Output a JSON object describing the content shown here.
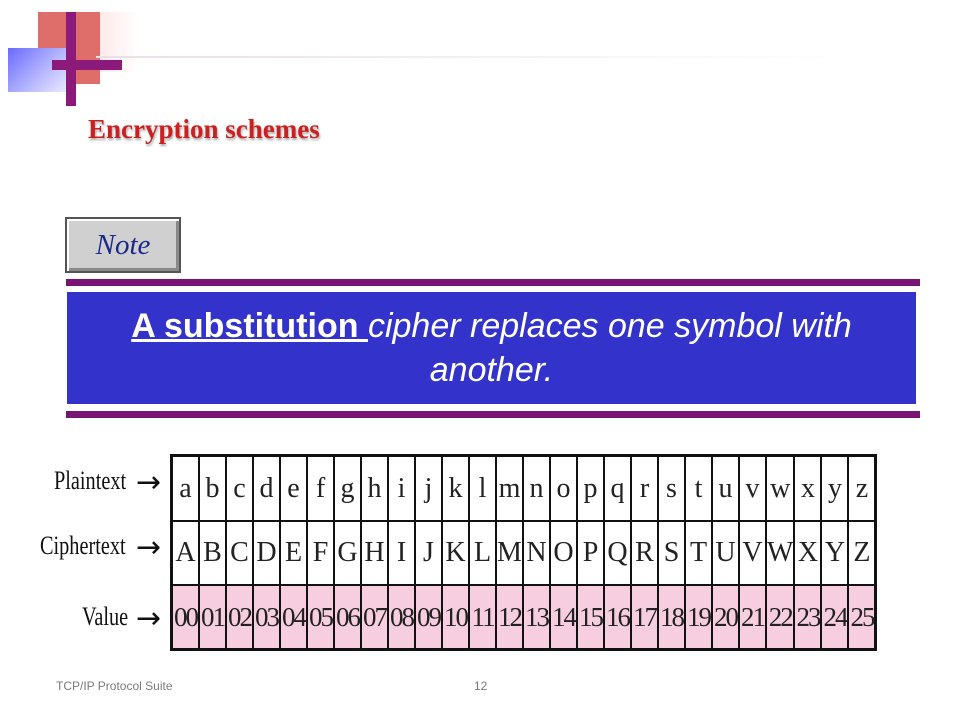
{
  "slide": {
    "title": "Encryption schemes",
    "note_label": "Note",
    "statement_lead": "A substitution ",
    "statement_rest": "cipher replaces one symbol with another."
  },
  "table": {
    "row_labels": [
      "Plaintext",
      "Ciphertext",
      "Value"
    ],
    "plaintext": [
      "a",
      "b",
      "c",
      "d",
      "e",
      "f",
      "g",
      "h",
      "i",
      "j",
      "k",
      "l",
      "m",
      "n",
      "o",
      "p",
      "q",
      "r",
      "s",
      "t",
      "u",
      "v",
      "w",
      "x",
      "y",
      "z"
    ],
    "ciphertext": [
      "A",
      "B",
      "C",
      "D",
      "E",
      "F",
      "G",
      "H",
      "I",
      "J",
      "K",
      "L",
      "M",
      "N",
      "O",
      "P",
      "Q",
      "R",
      "S",
      "T",
      "U",
      "V",
      "W",
      "X",
      "Y",
      "Z"
    ],
    "value": [
      "00",
      "01",
      "02",
      "03",
      "04",
      "05",
      "06",
      "07",
      "08",
      "09",
      "10",
      "11",
      "12",
      "13",
      "14",
      "15",
      "16",
      "17",
      "18",
      "19",
      "20",
      "21",
      "22",
      "23",
      "24",
      "25"
    ]
  },
  "footer": {
    "suite": "TCP/IP Protocol Suite",
    "page": "12"
  },
  "colors": {
    "title": "#cc1f1f",
    "statement_bg": "#3333cc",
    "bar": "#7a1474",
    "value_row_bg": "#f7cde0"
  },
  "icons": {
    "arrow": "right-arrow-icon"
  }
}
